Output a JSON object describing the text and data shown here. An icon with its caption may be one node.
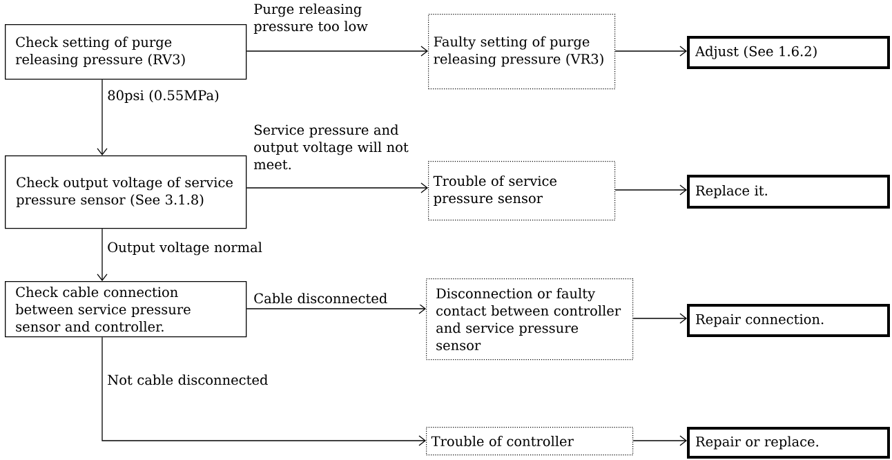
{
  "diagram": {
    "nodes": [
      {
        "text": [
          "Check setting of purge releasing pressure (RV3)"
        ]
      },
      {
        "text": [
          "Faulty setting of purge releasing pressure (VR3)"
        ]
      },
      {
        "text": [
          "Adjust (See 1.6.2)"
        ]
      },
      {
        "text": [
          "Check output voltage of service pressure sensor (See 3.1.8)"
        ]
      },
      {
        "text": [
          "Trouble of service pressure sensor"
        ]
      },
      {
        "text": [
          "Replace it."
        ]
      },
      {
        "text": [
          "Check cable connection between service pressure sensor and controller."
        ]
      },
      {
        "text": [
          "Disconnection or faulty contact between controller and service pressure sensor"
        ]
      },
      {
        "text": [
          "Repair connection."
        ]
      },
      {
        "text": [
          "Trouble of controller"
        ]
      },
      {
        "text": [
          "Repair or replace."
        ]
      }
    ],
    "edges": [
      {
        "from": 0,
        "to": 1,
        "arrow": "to",
        "label": "Purge releasing pressure too low"
      },
      {
        "from": 1,
        "to": 2,
        "arrow": "to"
      },
      {
        "from": 0,
        "to": 3,
        "arrow": "to",
        "label": "80psi (0.55MPa)"
      },
      {
        "from": 3,
        "to": 4,
        "arrow": "to",
        "label": "Service pressure and output voltage will not meet."
      },
      {
        "from": 4,
        "to": 5,
        "arrow": "to"
      },
      {
        "from": 3,
        "to": 6,
        "arrow": "to",
        "label": "Output voltage normal"
      },
      {
        "from": 6,
        "to": 7,
        "arrow": "to",
        "label": "Cable disconnected"
      },
      {
        "from": 7,
        "to": 8,
        "arrow": "to"
      },
      {
        "from": 6,
        "to": 9,
        "arrow": "to",
        "label": "Not cable disconnected"
      },
      {
        "from": 9,
        "to": 10,
        "arrow": "to"
      }
    ]
  }
}
